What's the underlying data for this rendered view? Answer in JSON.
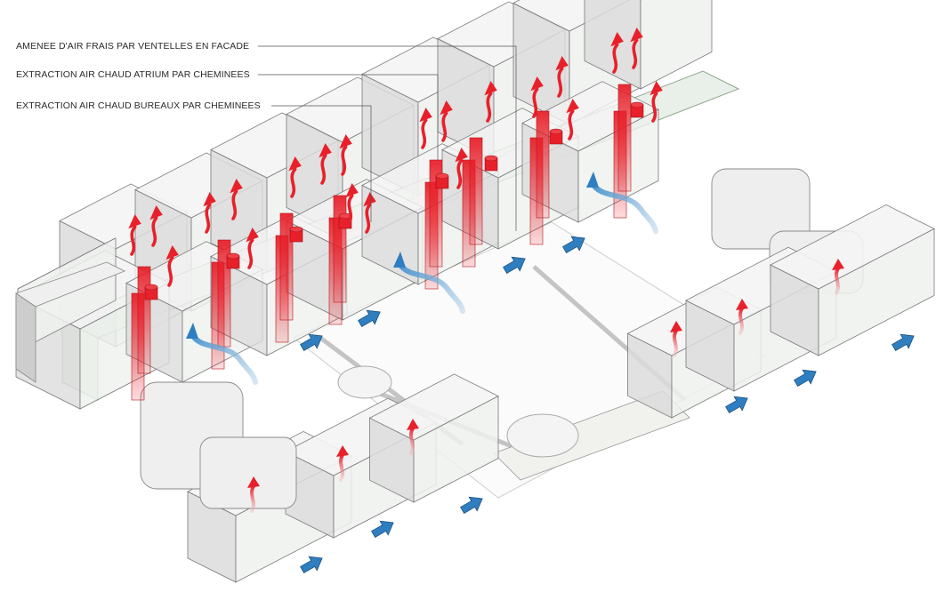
{
  "labels": {
    "fresh_air": "AMENEE D'AIR FRAIS PAR VENTELLES EN FACADE",
    "atrium_extraction": "EXTRACTION AIR CHAUD ATRIUM PAR CHEMINEES",
    "office_extraction": "EXTRACTION AIR CHAUD BUREAUX PAR CHEMINEES"
  },
  "colors": {
    "hot_air": "#e8202a",
    "fresh_air": "#2f7fc0",
    "building_face": "#eef1ee",
    "atrium_glass": "#dfe9df",
    "outline": "#7a7a7a",
    "leader": "#555555"
  },
  "icons": {
    "hot_air": "red-curved-arrow-icon",
    "fresh_air": "blue-arrow-icon",
    "chimney": "red-chimney-icon",
    "airflow": "blue-swirl-arrow-icon"
  }
}
